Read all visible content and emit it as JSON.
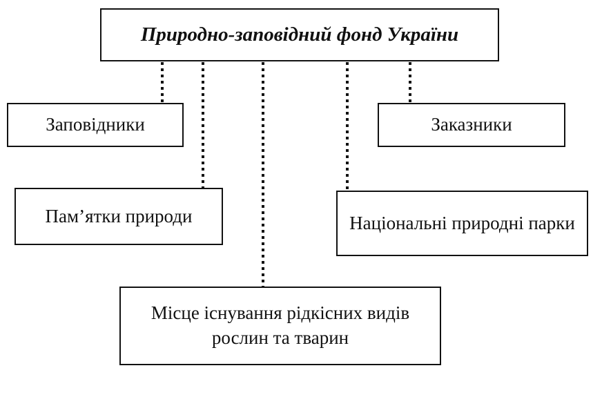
{
  "diagram": {
    "root": {
      "label": "Природно-заповідний фонд України"
    },
    "nodes": {
      "zapovidnyky": "Заповідники",
      "zakaznyky": "Заказники",
      "pamyatky_pryrody": "Пам’ятки природи",
      "natsionalni_parky": "Національні природні парки",
      "mistse_isnuvannya": "Місце існування рідкісних видів рослин та тварин"
    },
    "edges": [
      {
        "from": "root",
        "to": "zapovidnyky",
        "style": "dotted"
      },
      {
        "from": "root",
        "to": "pamyatky_pryrody",
        "style": "dotted"
      },
      {
        "from": "root",
        "to": "mistse_isnuvannya",
        "style": "dotted"
      },
      {
        "from": "root",
        "to": "natsionalni_parky",
        "style": "dotted"
      },
      {
        "from": "root",
        "to": "zakaznyky",
        "style": "dotted"
      }
    ]
  }
}
